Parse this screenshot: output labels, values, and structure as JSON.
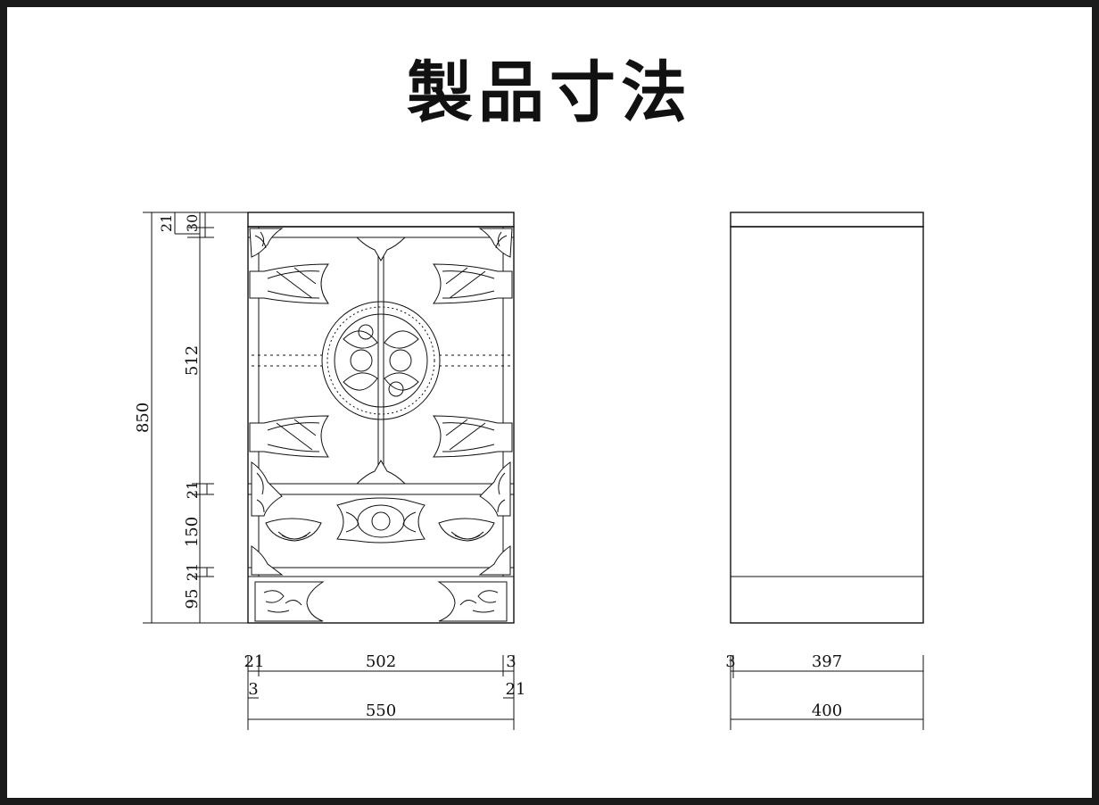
{
  "title": "製品寸法",
  "height_dims": {
    "total": "850",
    "top_board": "21",
    "top_gap": "30",
    "doors": "512",
    "rail_upper": "21",
    "drawer": "150",
    "rail_lower": "21",
    "base": "95"
  },
  "front_width_dims": {
    "left_side": "21",
    "inner": "502",
    "right_gap": "3",
    "left_gap": "3",
    "right_side": "21",
    "total": "550"
  },
  "side_depth_dims": {
    "gap": "3",
    "inner": "397",
    "total": "400"
  },
  "colors": {
    "line": "#111111",
    "frame": "#1a1a1a",
    "background": "#ffffff"
  }
}
